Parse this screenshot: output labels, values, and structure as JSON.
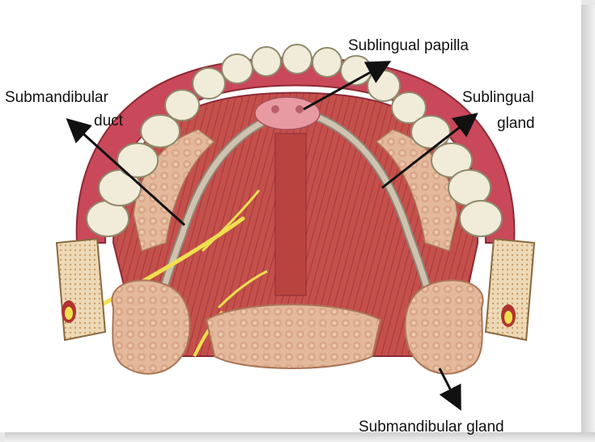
{
  "labels": {
    "sublingual_papilla": "Sublingual papilla",
    "submandibular_duct_line1": "Submandibular",
    "submandibular_duct_line2": "duct",
    "sublingual_gland_line1": "Sublingual",
    "sublingual_gland_line2": "gland",
    "submandibular_gland": "Submandibular gland"
  },
  "colors": {
    "gum": "#c9485a",
    "muscle": "#c9544f",
    "gland": "#e2b79a",
    "tooth": "#f1ecd9",
    "duct": "#cfc3b0",
    "nerve": "#f0e050",
    "bone": "#eed9b6",
    "arrow": "#111111"
  }
}
